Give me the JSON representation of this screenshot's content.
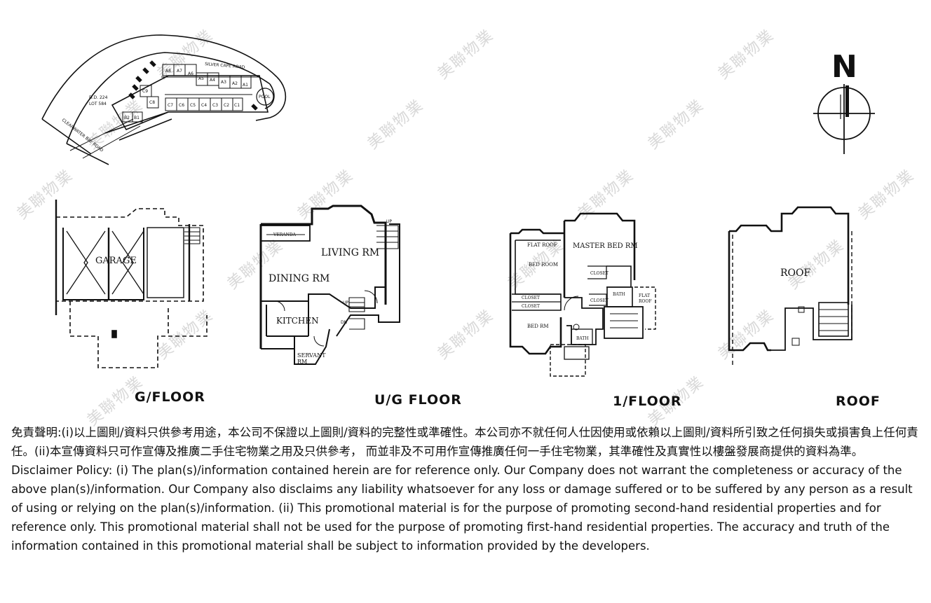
{
  "site_plan": {
    "road_silver_cape": "SILVER CAPE ROAD",
    "road_clearwater": "CLEARWATER BAY ROAD",
    "lot_dd": "D.D. 224",
    "lot_no": "LOT 584",
    "pool": "POOL",
    "units_a": [
      "A8",
      "A7",
      "A6",
      "A5",
      "A4",
      "A3",
      "A2",
      "A1"
    ],
    "units_c": [
      "C9",
      "C8",
      "C7",
      "C6",
      "C5",
      "C4",
      "C3",
      "C2",
      "C1"
    ],
    "units_b": [
      "B2",
      "B1"
    ]
  },
  "compass": {
    "north_label": "N"
  },
  "floor_plans": {
    "g_floor": {
      "caption": "G/FLOOR",
      "garage": "GARAGE"
    },
    "ug_floor": {
      "caption": "U/G FLOOR",
      "living": "LIVING RM",
      "dining": "DINING RM",
      "kitchen": "KITCHEN",
      "servant": "SERVANT",
      "servant_rm": "RM",
      "veranda": "VERANDA",
      "up": "UP",
      "dn": "DN"
    },
    "first_floor": {
      "caption": "1/FLOOR",
      "master": "MASTER BED RM",
      "flat_roof": "FLAT ROOF",
      "bed_room": "BED ROOM",
      "bed_rm": "BED RM",
      "closet": "CLOSET",
      "bath": "BATH",
      "flat": "FLAT",
      "roof": "ROOF"
    },
    "roof_floor": {
      "caption": "ROOF",
      "roof": "ROOF"
    }
  },
  "watermark": "美聯物業",
  "disclaimer": {
    "zh": "免責聲明:(i)以上圖則/資料只供參考用途，本公司不保證以上圖則/資料的完整性或準確性。本公司亦不就任何人仕因使用或依賴以上圖則/資料所引致之任何損失或損害負上任何責任。(ii)本宣傳資料只可作宣傳及推廣二手住宅物業之用及只供參考， 而並非及不可用作宣傳推廣任何一手住宅物業，其準確性及真實性以樓盤發展商提供的資料為準。",
    "en": "Disclaimer Policy: (i) The plan(s)/information contained herein are for reference only. Our Company does not warrant the completeness or accuracy of the above plan(s)/information. Our Company also disclaims any liability whatsoever for any loss or damage suffered or to be suffered by any person as a result of using or relying on the plan(s)/information. (ii) This promotional material is for the purpose of promoting second-hand residential properties and for reference only. This promotional material shall not be used for the purpose of promoting first-hand residential properties. The accuracy and truth of the information contained in this promotional material shall be subject to information provided by the developers."
  }
}
